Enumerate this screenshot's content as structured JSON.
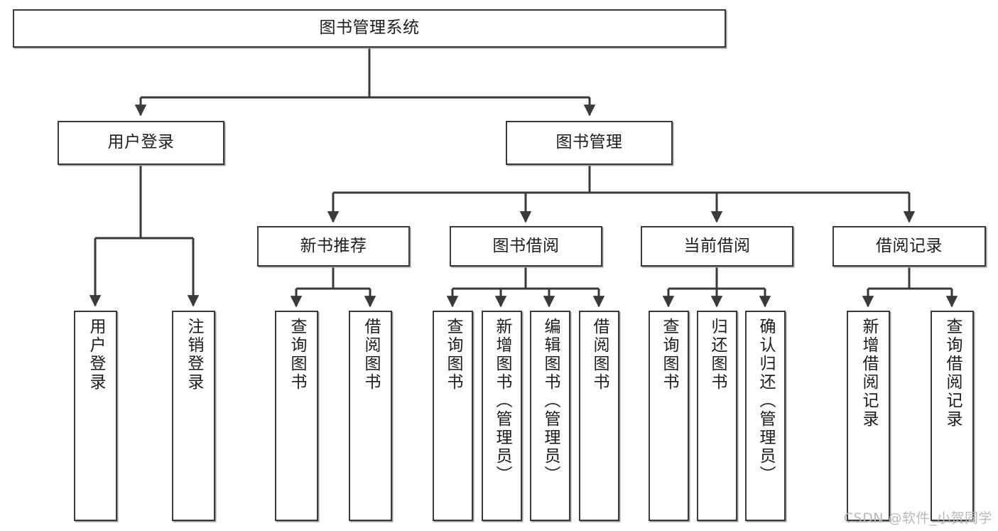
{
  "diagram": {
    "title": "图书管理系统",
    "type": "tree-hierarchy-chart",
    "line_color": "#3a3a3a",
    "box_fill": "#ffffff",
    "text_color": "#1c1c1c",
    "watermark": "CSDN @软件_小贺同学"
  },
  "nodes": {
    "root": {
      "label": "图书管理系统"
    },
    "level2": [
      {
        "label": "用户登录"
      },
      {
        "label": "图书管理"
      }
    ],
    "level3": [
      {
        "label": "新书推荐"
      },
      {
        "label": "图书借阅"
      },
      {
        "label": "当前借阅"
      },
      {
        "label": "借阅记录"
      }
    ],
    "leaves_user_login": [
      {
        "label": "用户登录"
      },
      {
        "label": "注销登录"
      }
    ],
    "leaves_new_books": [
      {
        "label": "查询图书"
      },
      {
        "label": "借阅图书"
      }
    ],
    "leaves_borrow": [
      {
        "label": "查询图书"
      },
      {
        "label": "新增图书（管理员）"
      },
      {
        "label": "编辑图书（管理员）"
      },
      {
        "label": "借阅图书"
      }
    ],
    "leaves_current": [
      {
        "label": "查询图书"
      },
      {
        "label": "归还图书"
      },
      {
        "label": "确认归还（管理员）"
      }
    ],
    "leaves_records": [
      {
        "label": "新增借阅记录"
      },
      {
        "label": "查询借阅记录"
      }
    ]
  }
}
